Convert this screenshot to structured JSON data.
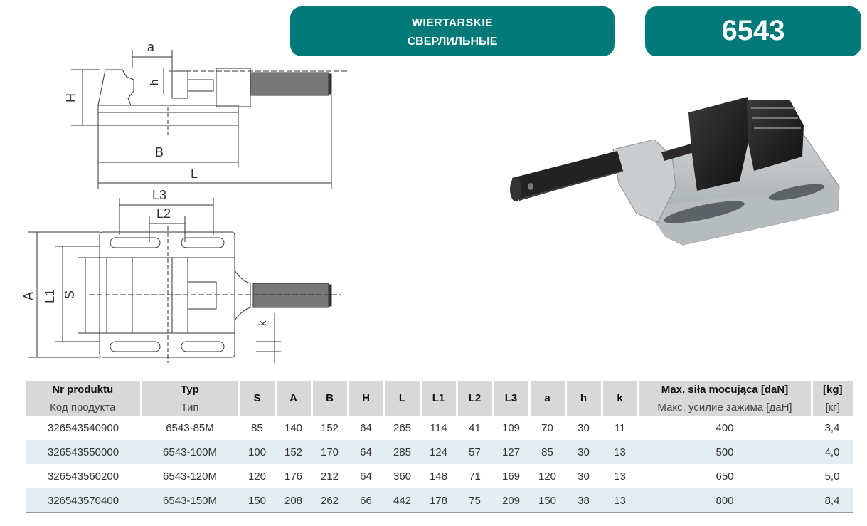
{
  "header": {
    "category_pl": "WIERTARSKIE",
    "category_ru": "СВЕРЛИЛЬНЫЕ",
    "model_number": "6543"
  },
  "colors": {
    "accent": "#007a78",
    "table_header": "#d8d8d8",
    "row_alt": "#e2eef1"
  },
  "drawing_labels": {
    "a": "a",
    "h": "h",
    "H": "H",
    "B": "B",
    "L": "L",
    "L3": "L3",
    "L2": "L2",
    "A": "A",
    "L1": "L1",
    "S": "S",
    "k": "k"
  },
  "table": {
    "col_product_pl": "Nr produktu",
    "col_product_ru": "Код продукта",
    "col_type_pl": "Typ",
    "col_type_ru": "Тип",
    "dims": [
      "S",
      "A",
      "B",
      "H",
      "L",
      "L1",
      "L2",
      "L3",
      "a",
      "h",
      "k"
    ],
    "col_force_pl": "Max. siła mocująca [daN]",
    "col_force_ru": "Макс. усилие зажима [даН]",
    "col_weight_pl": "[kg]",
    "col_weight_ru": "[кг]",
    "rows": [
      {
        "code": "326543540900",
        "type": "6543-85M",
        "S": "85",
        "A": "140",
        "B": "152",
        "H": "64",
        "L": "265",
        "L1": "114",
        "L2": "41",
        "L3": "109",
        "a": "70",
        "h": "30",
        "k": "11",
        "force": "400",
        "kg": "3,4"
      },
      {
        "code": "326543550000",
        "type": "6543-100M",
        "S": "100",
        "A": "152",
        "B": "170",
        "H": "64",
        "L": "285",
        "L1": "124",
        "L2": "57",
        "L3": "127",
        "a": "85",
        "h": "30",
        "k": "13",
        "force": "500",
        "kg": "4,0"
      },
      {
        "code": "326543560200",
        "type": "6543-120M",
        "S": "120",
        "A": "176",
        "B": "212",
        "H": "64",
        "L": "360",
        "L1": "148",
        "L2": "71",
        "L3": "169",
        "a": "120",
        "h": "30",
        "k": "13",
        "force": "650",
        "kg": "5,0"
      },
      {
        "code": "326543570400",
        "type": "6543-150M",
        "S": "150",
        "A": "208",
        "B": "262",
        "H": "66",
        "L": "442",
        "L1": "178",
        "L2": "75",
        "L3": "209",
        "a": "150",
        "h": "38",
        "k": "13",
        "force": "800",
        "kg": "8,4"
      }
    ]
  }
}
